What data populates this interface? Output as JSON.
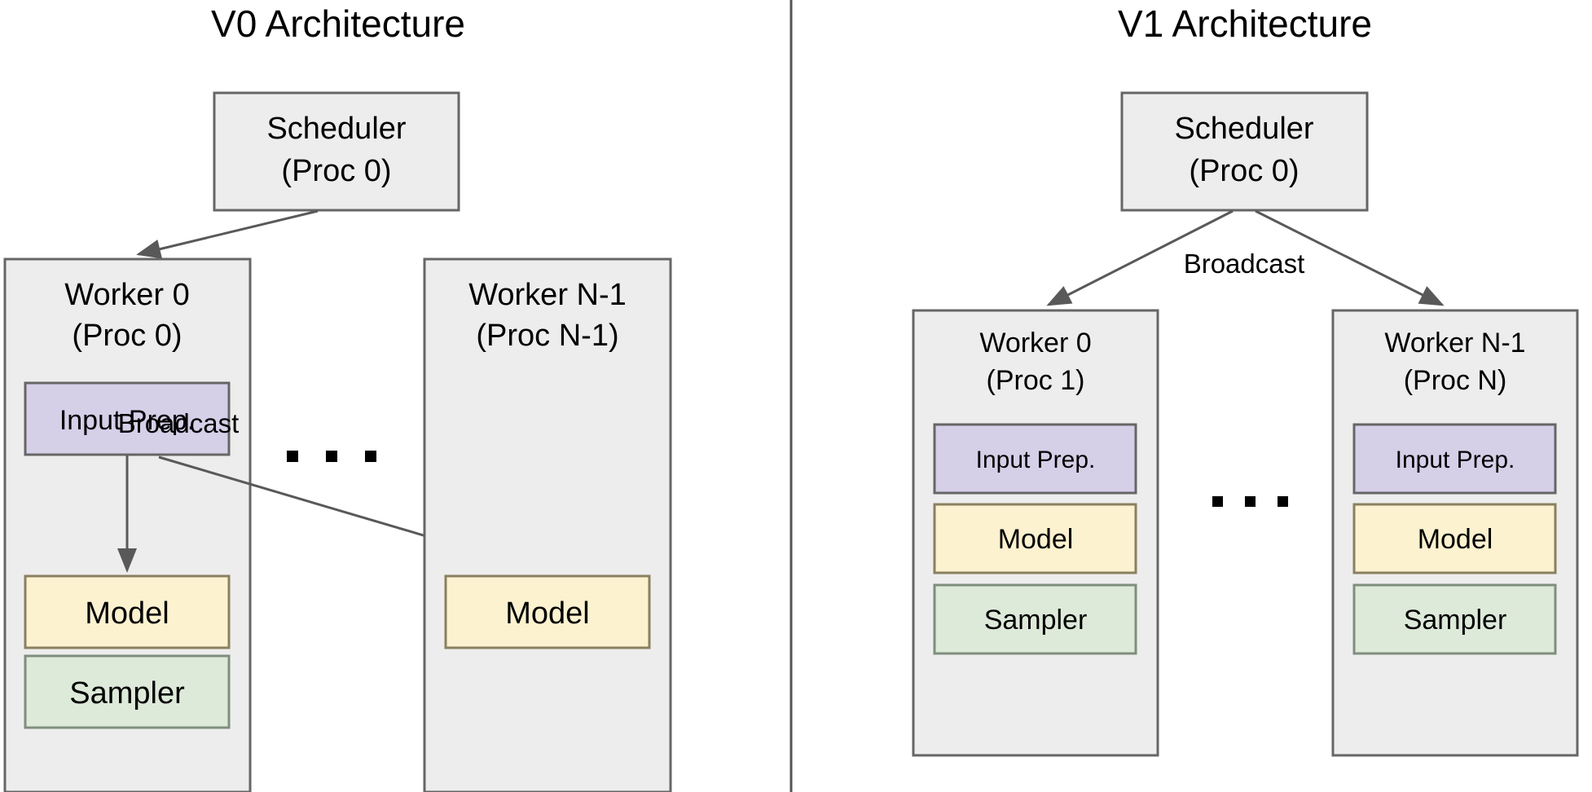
{
  "panels": [
    {
      "id": "v0",
      "title": "V0 Architecture",
      "scheduler": {
        "line1": "Scheduler",
        "line2": "(Proc 0)"
      },
      "workers": [
        {
          "title_line1": "Worker 0",
          "title_line2": "(Proc 0)",
          "components": [
            "Input Prep.",
            "Model",
            "Sampler"
          ]
        },
        {
          "title_line1": "Worker N-1",
          "title_line2": "(Proc N-1)",
          "components": [
            "Model"
          ]
        }
      ],
      "edge_labels": {
        "broadcast": "Broadcast"
      },
      "ellipsis": "..."
    },
    {
      "id": "v1",
      "title": "V1 Architecture",
      "scheduler": {
        "line1": "Scheduler",
        "line2": "(Proc 0)"
      },
      "workers": [
        {
          "title_line1": "Worker 0",
          "title_line2": "(Proc 1)",
          "components": [
            "Input Prep.",
            "Model",
            "Sampler"
          ]
        },
        {
          "title_line1": "Worker N-1",
          "title_line2": "(Proc N)",
          "components": [
            "Input Prep.",
            "Model",
            "Sampler"
          ]
        }
      ],
      "edge_labels": {
        "broadcast": "Broadcast"
      },
      "ellipsis": "..."
    }
  ],
  "colors": {
    "container_fill": "#ededed",
    "container_stroke": "#666666",
    "input_prep_fill": "#d6cfe8",
    "model_fill": "#fcf2d0",
    "sampler_fill": "#dde9d9",
    "edge_stroke": "#595959",
    "divider": "#555555",
    "text": "#000000",
    "background": "#ffffff"
  }
}
